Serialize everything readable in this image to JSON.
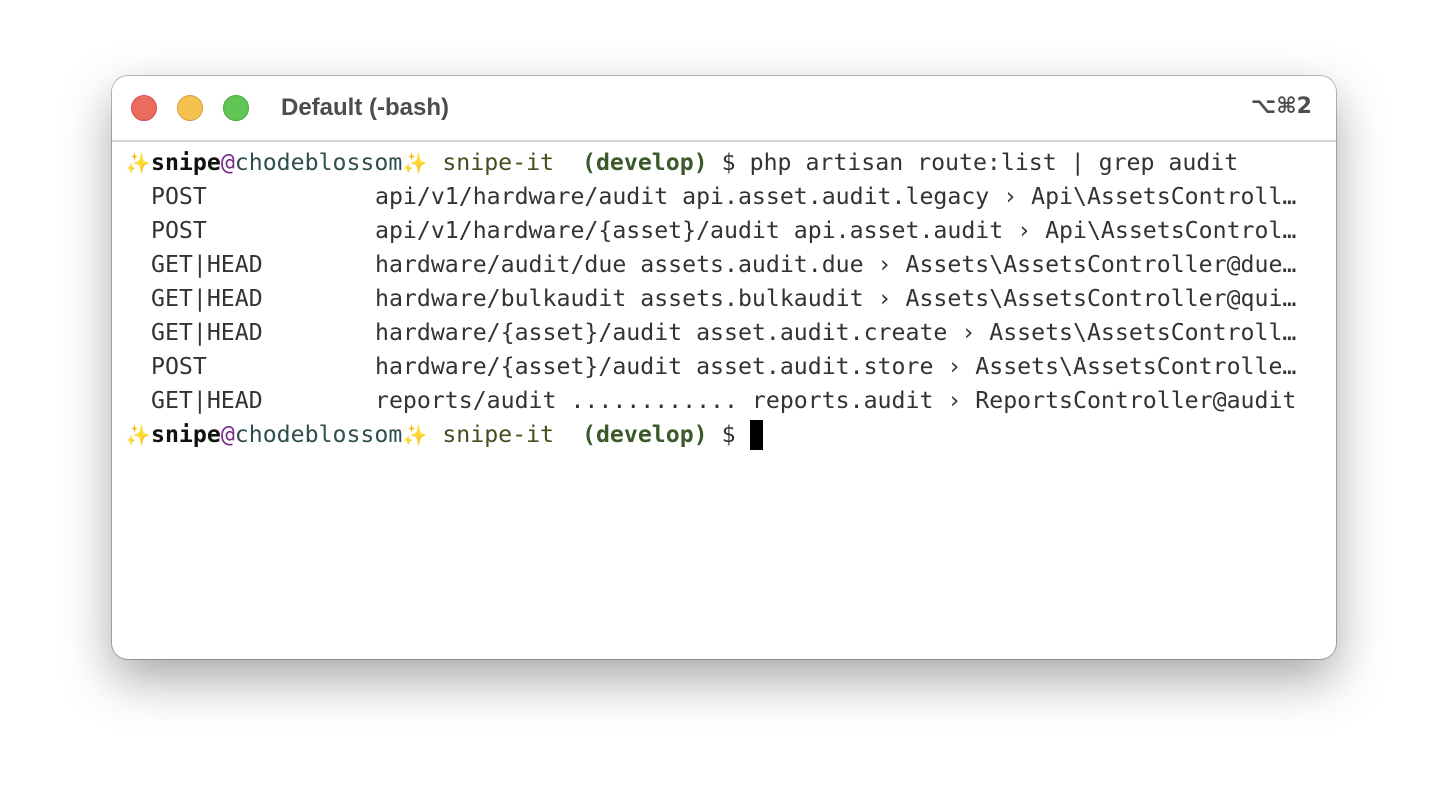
{
  "window": {
    "title": "Default (-bash)",
    "shortcut": "⌥⌘2",
    "buttons": {
      "close": "close",
      "minimize": "minimize",
      "zoom": "zoom"
    }
  },
  "prompt": {
    "sparkle": "✨",
    "user": "snipe",
    "at": "@",
    "host": "chodeblossom",
    "dir": "snipe-it",
    "branch": "(develop)",
    "symbol": "$"
  },
  "command": "php artisan route:list | grep audit",
  "routes": [
    {
      "method": "POST",
      "detail": "api/v1/hardware/audit api.asset.audit.legacy › Api\\AssetsControll…"
    },
    {
      "method": "POST",
      "detail": "api/v1/hardware/{asset}/audit api.asset.audit › Api\\AssetsControl…"
    },
    {
      "method": "GET|HEAD",
      "detail": "hardware/audit/due assets.audit.due › Assets\\AssetsController@due…"
    },
    {
      "method": "GET|HEAD",
      "detail": "hardware/bulkaudit assets.bulkaudit › Assets\\AssetsController@qui…"
    },
    {
      "method": "GET|HEAD",
      "detail": "hardware/{asset}/audit asset.audit.create › Assets\\AssetsControll…"
    },
    {
      "method": "POST",
      "detail": "hardware/{asset}/audit asset.audit.store › Assets\\AssetsControlle…"
    },
    {
      "method": "GET|HEAD",
      "detail": "reports/audit ............ reports.audit › ReportsController@audit"
    }
  ]
}
